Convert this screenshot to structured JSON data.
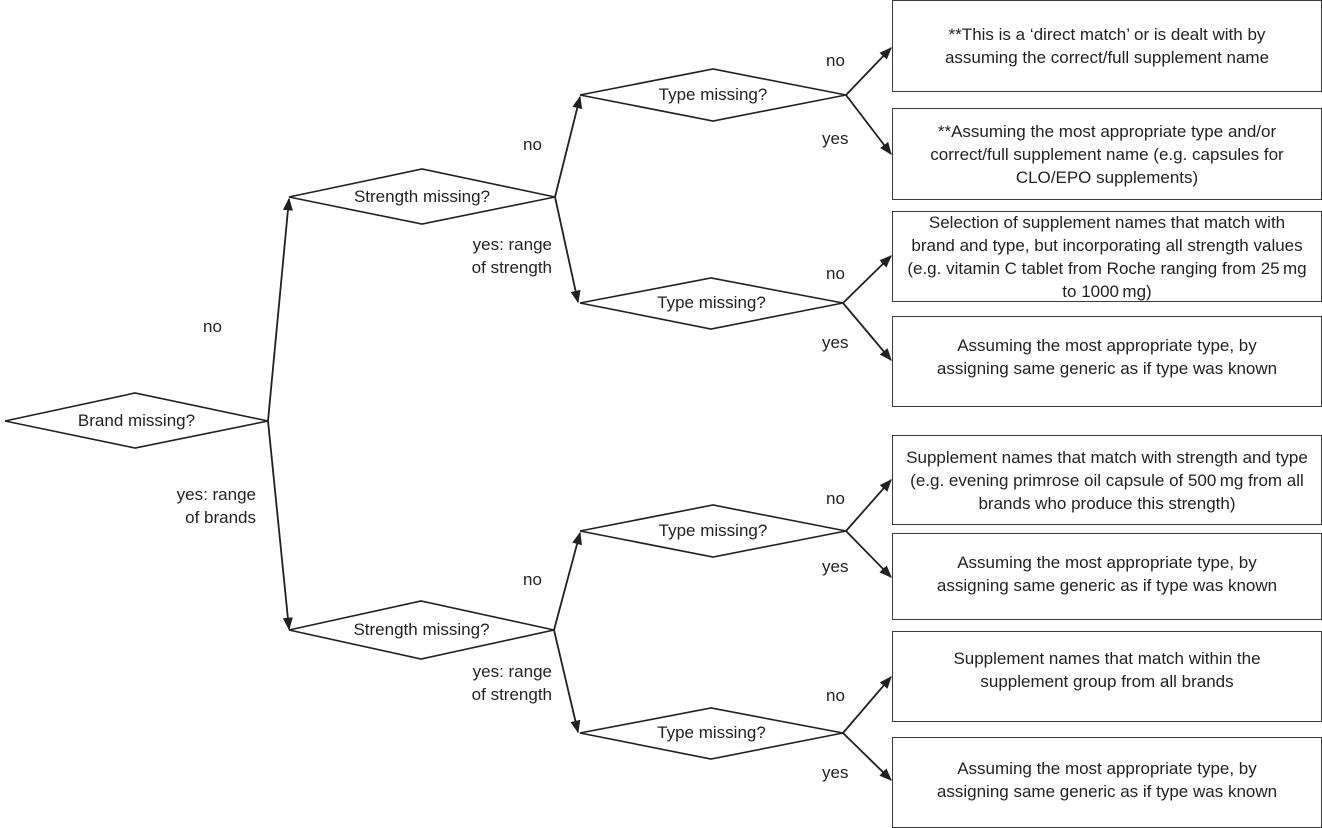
{
  "diagram": {
    "type": "decision-tree",
    "root": {
      "id": "brand",
      "question": "Brand missing?",
      "branches": [
        {
          "label": "no",
          "target": "strength_top"
        },
        {
          "label": "yes: range of brands",
          "target": "strength_bottom"
        }
      ]
    },
    "decisions": {
      "brand": {
        "question": "Brand missing?"
      },
      "strength_top": {
        "question": "Strength missing?"
      },
      "strength_bottom": {
        "question": "Strength missing?"
      },
      "type_1": {
        "question": "Type missing?"
      },
      "type_2": {
        "question": "Type missing?"
      },
      "type_3": {
        "question": "Type missing?"
      },
      "type_4": {
        "question": "Type missing?"
      }
    },
    "edge_labels": {
      "brand_no": "no",
      "brand_yes_line1": "yes: range",
      "brand_yes_line2": "of brands",
      "strength_top_no": "no",
      "strength_top_yes_line1": "yes: range",
      "strength_top_yes_line2": "of strength",
      "strength_bottom_no": "no",
      "strength_bottom_yes_line1": "yes: range",
      "strength_bottom_yes_line2": "of strength",
      "type_no": "no",
      "type_yes": "yes"
    },
    "outcomes": [
      {
        "id": "o1",
        "from": "type_1",
        "branch": "no",
        "text": "**This is a ‘direct match’ or is dealt with by assuming the correct/full supplement name"
      },
      {
        "id": "o2",
        "from": "type_1",
        "branch": "yes",
        "text": "**Assuming the most appropriate type and/or correct/full supplement name (e.g. capsules for CLO/EPO supplements)"
      },
      {
        "id": "o3",
        "from": "type_2",
        "branch": "no",
        "text": "Selection of supplement names that match with brand and type, but incorporating all strength values (e.g. vitamin C tablet from Roche ranging from 25 mg to 1000 mg)"
      },
      {
        "id": "o4",
        "from": "type_2",
        "branch": "yes",
        "text": "Assuming the most appropriate type, by assigning same generic as if type was known"
      },
      {
        "id": "o5",
        "from": "type_3",
        "branch": "no",
        "text": "Supplement names that match with strength and type (e.g. evening primrose oil capsule of 500 mg from all brands who produce this strength)"
      },
      {
        "id": "o6",
        "from": "type_3",
        "branch": "yes",
        "text": "Assuming the most appropriate type, by assigning same generic as if type was known"
      },
      {
        "id": "o7",
        "from": "type_4",
        "branch": "no",
        "text": "Supplement names that match within the supplement group from all brands"
      },
      {
        "id": "o8",
        "from": "type_4",
        "branch": "yes",
        "text": "Assuming the most appropriate type, by assigning same generic as if type was known"
      }
    ]
  },
  "colors": {
    "line": "#231f20",
    "box_border": "#3a3a3a",
    "background": "#ffffff"
  }
}
